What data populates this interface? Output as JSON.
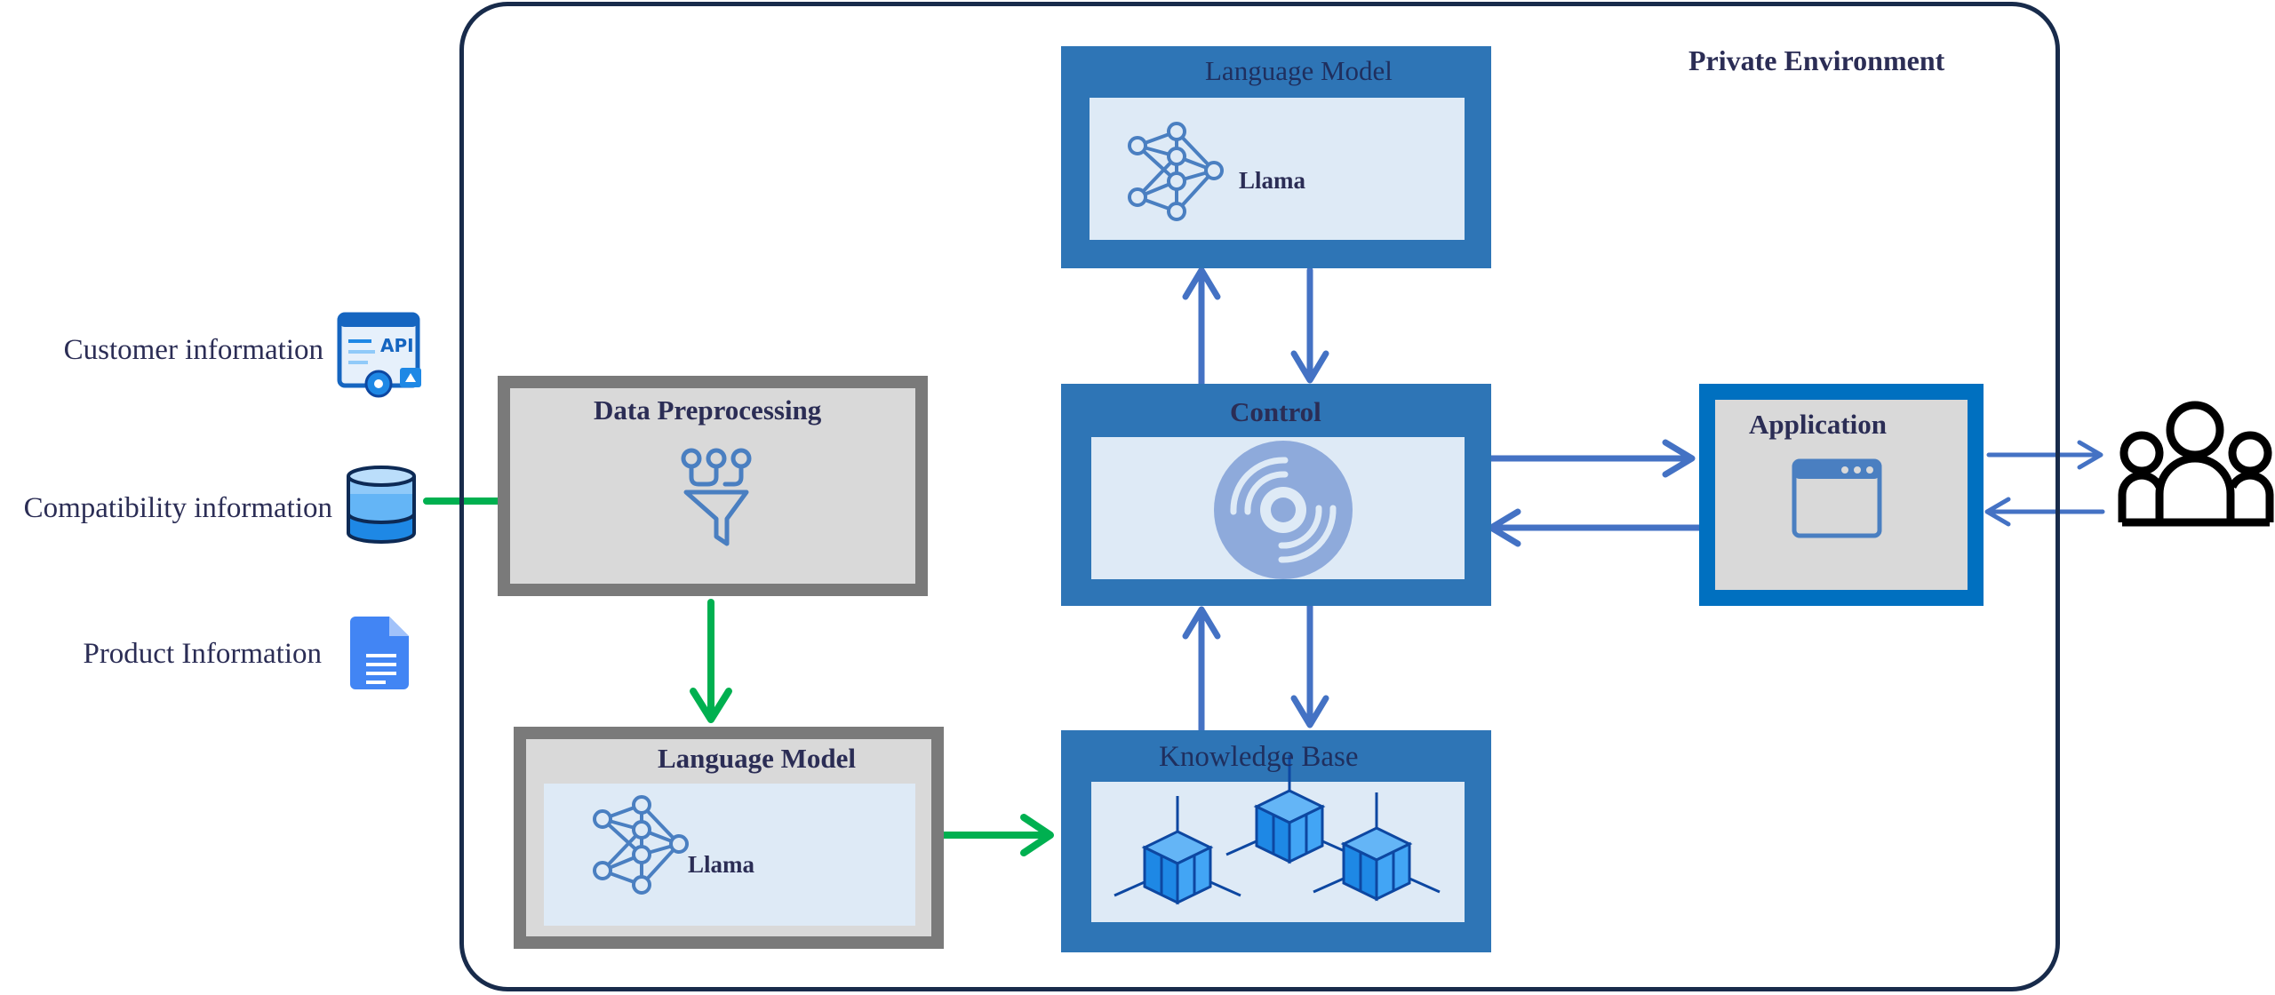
{
  "environment": {
    "title": "Private Environment"
  },
  "sources": {
    "customer": "Customer information",
    "compatibility": "Compatibility information",
    "product": "Product Information"
  },
  "preprocessing": {
    "title": "Data Preprocessing"
  },
  "lm_top": {
    "title": "Language Model",
    "model": "Llama"
  },
  "lm_bottom": {
    "title": "Language Model",
    "model": "Llama"
  },
  "control": {
    "title": "Control"
  },
  "knowledge": {
    "title": "Knowledge Base"
  },
  "application": {
    "title": "Application"
  },
  "icons": {
    "api": "api-doc-icon",
    "database": "database-icon",
    "document": "document-icon",
    "funnel": "funnel-icon",
    "network": "neural-network-icon",
    "disc": "disc-icon",
    "cube": "cube-icon",
    "window": "browser-window-icon",
    "users": "users-group-icon"
  },
  "colors": {
    "border_dark": "#182b4b",
    "blue": "#2e75b6",
    "blue_light": "#deeaf6",
    "grey": "#7a7a7a",
    "grey_light": "#d9d9d9",
    "arrow_blue": "#4472c4",
    "arrow_green": "#00b050"
  }
}
